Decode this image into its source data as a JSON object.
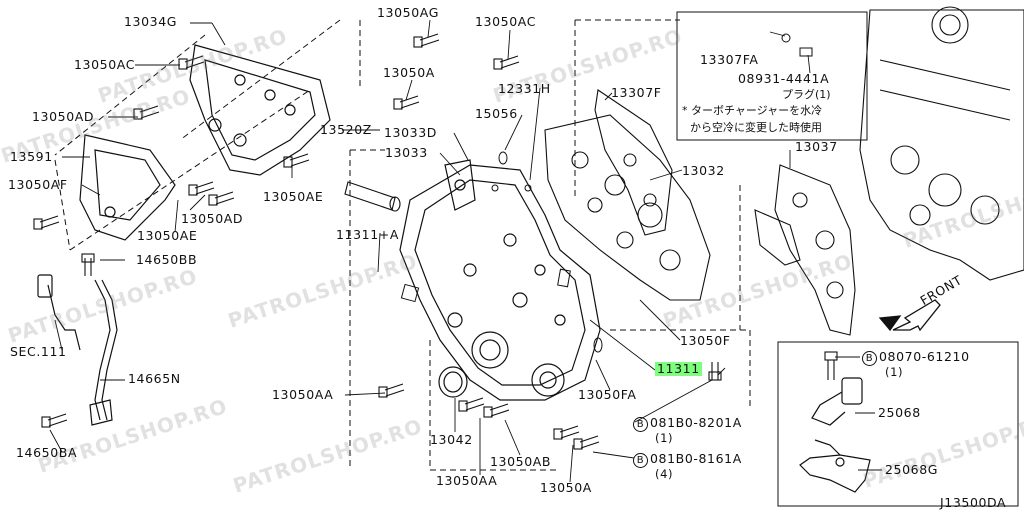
{
  "diagram": {
    "code": "J13500DA",
    "front_label": "FRONT",
    "watermark": "PATROLSHOP.RO",
    "note_box": {
      "line1": "ターボチャージャーを水冷",
      "line2": "から空冷に変更した時使用"
    },
    "labels": {
      "p13034G": "13034G",
      "p13050AC_left": "13050AC",
      "p13050AD_left": "13050AD",
      "p13591": "13591",
      "p13050AF": "13050AF",
      "p13050AG": "13050AG",
      "p13050A_top": "13050A",
      "p13050AC_top": "13050AC",
      "p12331H": "12331H",
      "p15056": "15056",
      "p13520Z": "13520Z",
      "p13033D": "13033D",
      "p13033": "13033",
      "p13050AE_right": "13050AE",
      "p13050AD_mid": "13050AD",
      "p13050AE_left": "13050AE",
      "p14650BB": "14650BB",
      "p11311A": "11311+A",
      "pSEC111": "SEC.111",
      "p14665N": "14665N",
      "p14650BA": "14650BA",
      "p13307FA": "13307FA",
      "p08931": "08931-4441A",
      "pPlug": "プラグ(1)",
      "p13307F": "13307F",
      "p13032": "13032",
      "p13037": "13037",
      "p13050F": "13050F",
      "p11311": "11311",
      "p13050AA_left": "13050AA",
      "p13050FA": "13050FA",
      "p081B0_8201A": "081B0-8201A",
      "p081B0_8201A_qty": "(1)",
      "p13042": "13042",
      "p13050AB": "13050AB",
      "p13050AA_bottom": "13050AA",
      "p13050A_bottom": "13050A",
      "p081B0_8161A": "081B0-8161A",
      "p081B0_8161A_qty": "(4)",
      "p08070": "08070-61210",
      "p08070_qty": "(1)",
      "p25068": "25068",
      "p25068G": "25068G",
      "circle_b": "B"
    }
  }
}
